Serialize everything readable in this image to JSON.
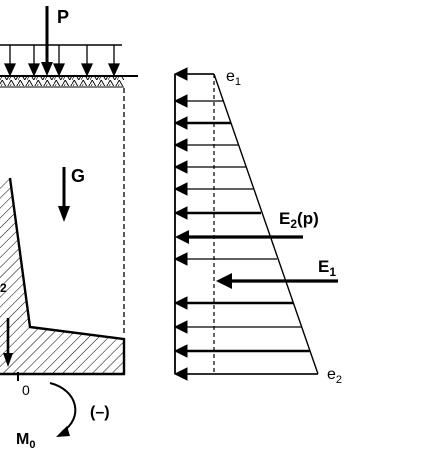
{
  "labels": {
    "load": "P",
    "weight": "G",
    "e_top": "e",
    "e_top_sub": "1",
    "e_bottom": "e",
    "e_bottom_sub": "2",
    "thrust_surcharge": "E",
    "thrust_surcharge_sub": "2",
    "thrust_surcharge_suffix": "(p)",
    "thrust_soil": "E",
    "thrust_soil_sub": "1",
    "origin": "0",
    "moment": "M",
    "moment_sub": "0",
    "moment_sign": "(–)",
    "partial_label": "2"
  }
}
